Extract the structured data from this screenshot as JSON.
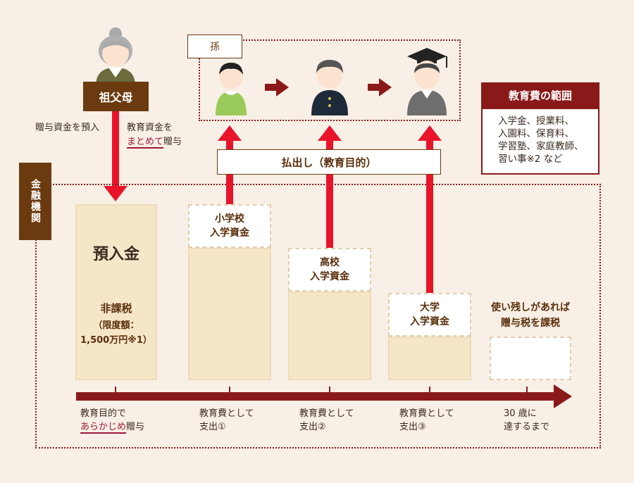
{
  "people": {
    "grandparent_label": "祖父母",
    "grandchild_tag": "孫"
  },
  "gift": {
    "deposit_text": "贈与資金を預入",
    "lump_line1": "教育資金を",
    "lump_hl": "まとめて",
    "lump_rest": "贈与"
  },
  "institution_label": "金融機関",
  "payout_label": "払出し（教育目的）",
  "scope": {
    "title": "教育費の範囲",
    "lines": [
      "入学金、授業料、",
      "入園料、保育料、",
      "学習塾、家庭教師、",
      "習い事※2 など"
    ]
  },
  "deposit": {
    "title": "預入金",
    "tax": "非課税",
    "limit1": "（限度額：",
    "limit2": "1,500万円※1）"
  },
  "funds": [
    {
      "line1": "小学校",
      "line2": "入学資金"
    },
    {
      "line1": "高校",
      "line2": "入学資金"
    },
    {
      "line1": "大学",
      "line2": "入学資金"
    }
  ],
  "remaining": {
    "line1": "使い残しがあれば",
    "line2": "贈与税を課税"
  },
  "timeline": [
    {
      "line1": "教育目的で",
      "hl": "あらかじめ",
      "rest": "贈与"
    },
    {
      "line1": "教育費として",
      "line2": "支出①"
    },
    {
      "line1": "教育費として",
      "line2": "支出②"
    },
    {
      "line1": "教育費として",
      "line2": "支出③"
    },
    {
      "line1": "30 歳に",
      "line2": "達するまで"
    }
  ],
  "colors": {
    "background": "#f8efe6",
    "brown": "#6b3a0f",
    "dark_red": "#8a1a1a",
    "bright_red": "#e8142a",
    "beige": "#f6e6c8"
  }
}
